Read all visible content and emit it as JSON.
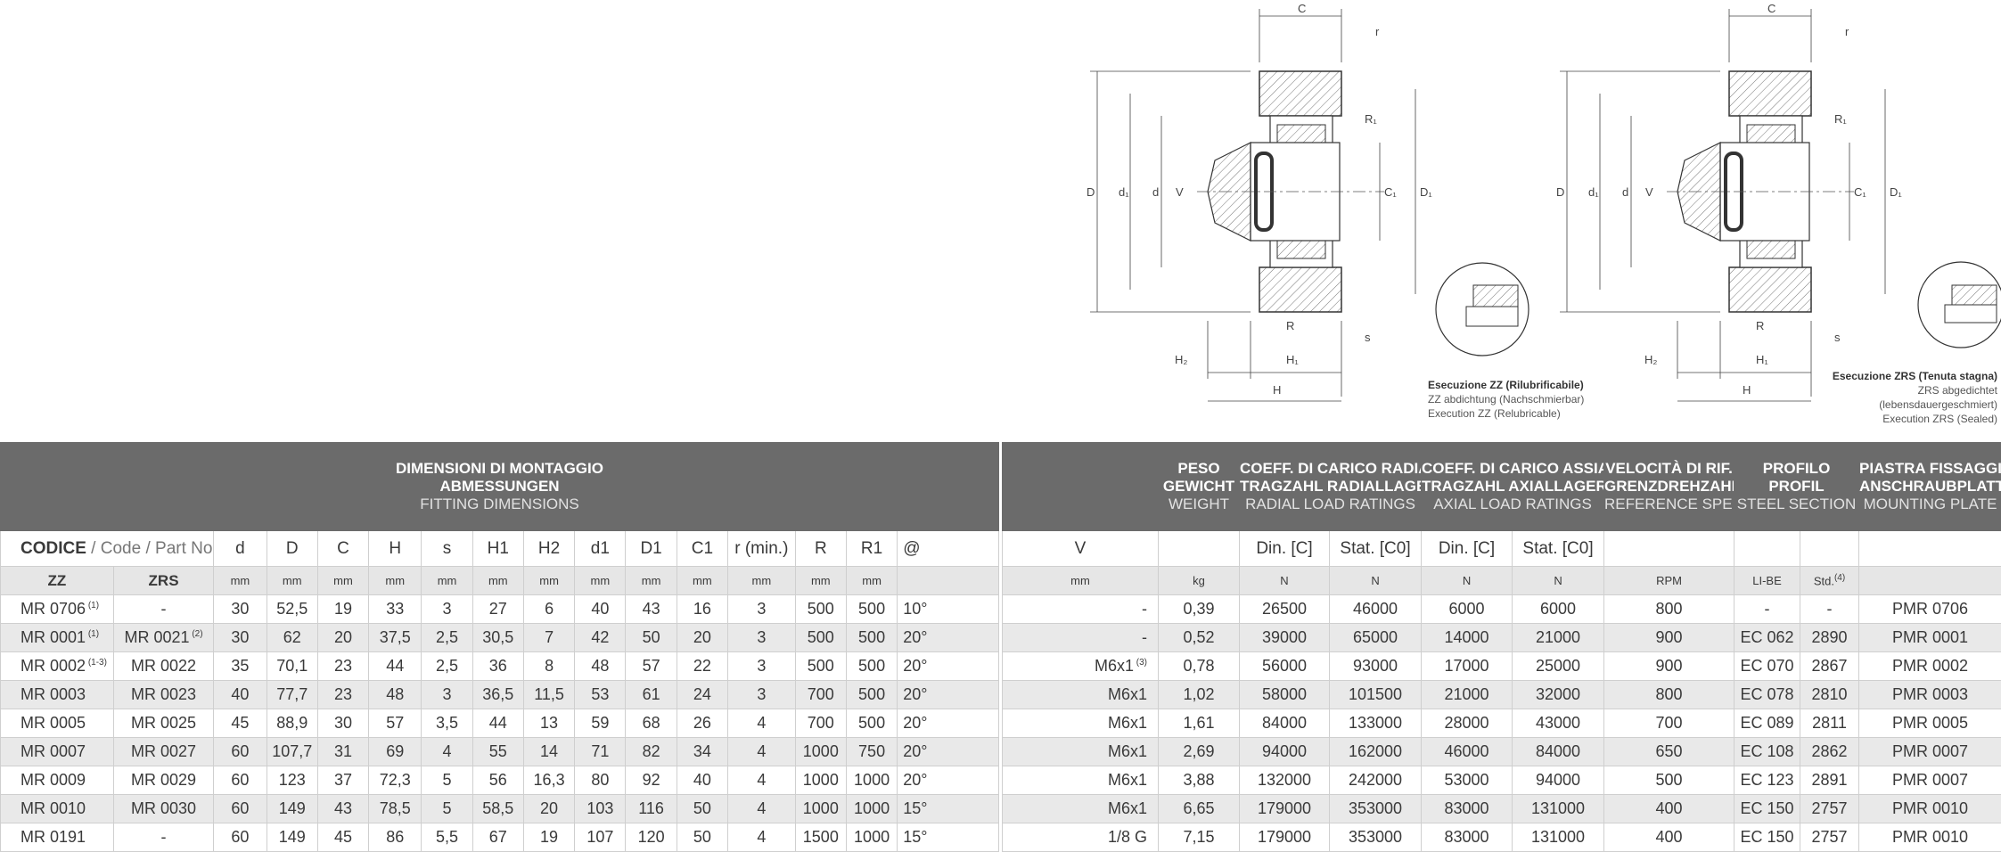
{
  "drawing_zz": {
    "labels": {
      "C": "C",
      "r": "r",
      "R1": "R₁",
      "D": "D",
      "d1": "d₁",
      "d": "d",
      "V": "V",
      "C1": "C₁",
      "D1": "D₁",
      "R": "R",
      "s": "s",
      "H2": "H₂",
      "H1": "H₁",
      "H": "H"
    },
    "caption": [
      "Esecuzione ZZ (Rilubrificabile)",
      "ZZ abdichtung (Nachschmierbar)",
      "Execution ZZ (Relubricable)"
    ]
  },
  "drawing_zrs": {
    "labels": {
      "C": "C",
      "r": "r",
      "R1": "R₁",
      "D": "D",
      "d1": "d₁",
      "d": "d",
      "V": "V",
      "C1": "C₁",
      "D1": "D₁",
      "R": "R",
      "s": "s",
      "H2": "H₂",
      "H1": "H₁",
      "H": "H"
    },
    "caption": [
      "Esecuzione ZRS (Tenuta stagna)",
      "ZRS abgedichtet",
      "(lebensdauergeschmiert)",
      "Execution ZRS (Sealed)"
    ]
  },
  "left_table": {
    "group_header": [
      "DIMENSIONI DI MONTAGGIO",
      "ABMESSUNGEN",
      "FITTING DIMENSIONS"
    ],
    "code_header": {
      "main": "CODICE",
      "sep1": " / ",
      "code": "Code",
      "sep2": " / ",
      "part": "Part No."
    },
    "symbols": [
      "d",
      "D",
      "C",
      "H",
      "s",
      "H1",
      "H2",
      "d1",
      "D1",
      "C1",
      "r (min.)",
      "R",
      "R1",
      "@"
    ],
    "sub_headers": [
      "ZZ",
      "ZRS"
    ],
    "units": [
      "mm",
      "mm",
      "mm",
      "mm",
      "mm",
      "mm",
      "mm",
      "mm",
      "mm",
      "mm",
      "mm",
      "mm",
      "mm",
      ""
    ],
    "rows": [
      {
        "zz": "MR 0706",
        "zz_note": "(1)",
        "zrs": "-",
        "zrs_note": "",
        "vals": [
          "30",
          "52,5",
          "19",
          "33",
          "3",
          "27",
          "6",
          "40",
          "43",
          "16",
          "3",
          "500",
          "500",
          "10°"
        ]
      },
      {
        "zz": "MR 0001",
        "zz_note": "(1)",
        "zrs": "MR 0021",
        "zrs_note": "(2)",
        "vals": [
          "30",
          "62",
          "20",
          "37,5",
          "2,5",
          "30,5",
          "7",
          "42",
          "50",
          "20",
          "3",
          "500",
          "500",
          "20°"
        ]
      },
      {
        "zz": "MR 0002",
        "zz_note": "(1-3)",
        "zrs": "MR 0022",
        "zrs_note": "",
        "vals": [
          "35",
          "70,1",
          "23",
          "44",
          "2,5",
          "36",
          "8",
          "48",
          "57",
          "22",
          "3",
          "500",
          "500",
          "20°"
        ]
      },
      {
        "zz": "MR 0003",
        "zz_note": "",
        "zrs": "MR 0023",
        "zrs_note": "",
        "vals": [
          "40",
          "77,7",
          "23",
          "48",
          "3",
          "36,5",
          "11,5",
          "53",
          "61",
          "24",
          "3",
          "700",
          "500",
          "20°"
        ]
      },
      {
        "zz": "MR 0005",
        "zz_note": "",
        "zrs": "MR 0025",
        "zrs_note": "",
        "vals": [
          "45",
          "88,9",
          "30",
          "57",
          "3,5",
          "44",
          "13",
          "59",
          "68",
          "26",
          "4",
          "700",
          "500",
          "20°"
        ]
      },
      {
        "zz": "MR 0007",
        "zz_note": "",
        "zrs": "MR 0027",
        "zrs_note": "",
        "vals": [
          "60",
          "107,7",
          "31",
          "69",
          "4",
          "55",
          "14",
          "71",
          "82",
          "34",
          "4",
          "1000",
          "750",
          "20°"
        ]
      },
      {
        "zz": "MR 0009",
        "zz_note": "",
        "zrs": "MR 0029",
        "zrs_note": "",
        "vals": [
          "60",
          "123",
          "37",
          "72,3",
          "5",
          "56",
          "16,3",
          "80",
          "92",
          "40",
          "4",
          "1000",
          "1000",
          "20°"
        ]
      },
      {
        "zz": "MR 0010",
        "zz_note": "",
        "zrs": "MR 0030",
        "zrs_note": "",
        "vals": [
          "60",
          "149",
          "43",
          "78,5",
          "5",
          "58,5",
          "20",
          "103",
          "116",
          "50",
          "4",
          "1000",
          "1000",
          "15°"
        ]
      },
      {
        "zz": "MR 0191",
        "zz_note": "",
        "zrs": "-",
        "zrs_note": "",
        "vals": [
          "60",
          "149",
          "45",
          "86",
          "5,5",
          "67",
          "19",
          "107",
          "120",
          "50",
          "4",
          "1500",
          "1000",
          "15°"
        ]
      }
    ]
  },
  "right_table": {
    "group_headers": [
      {
        "l1": "PESO",
        "l2": "GEWICHT",
        "l3": "WEIGHT"
      },
      {
        "l1": "COEFF. DI CARICO RADIALE",
        "l2": "TRAGZAHL RADIALLAGER",
        "l3": "RADIAL LOAD RATINGS"
      },
      {
        "l1": "COEFF. DI CARICO ASSIALE",
        "l2": "TRAGZAHL AXIALLAGER",
        "l3": "AXIAL LOAD RATINGS"
      },
      {
        "l1": "VELOCITÀ DI RIF.",
        "l2": "GRENZDREHZAHL",
        "l3": "REFERENCE SPEED"
      },
      {
        "l1": "PROFILO",
        "l2": "PROFIL",
        "l3": "STEEL SECTION"
      },
      {
        "l1": "PIASTRA FISSAGGIO",
        "l2": "ANSCHRAUBPLATTE",
        "l3": "MOUNTING PLATE"
      }
    ],
    "symbols": [
      "V",
      "",
      "Din. [C]",
      "Stat. [C0]",
      "Din. [C]",
      "Stat. [C0]",
      "",
      "",
      "",
      ""
    ],
    "units": [
      "mm",
      "kg",
      "N",
      "N",
      "N",
      "N",
      "RPM",
      "LI-BE",
      "Std.",
      ""
    ],
    "std_note": "(4)",
    "rows": [
      {
        "v": "-",
        "v_note": "",
        "vals": [
          "0,39",
          "26500",
          "46000",
          "6000",
          "6000",
          "800",
          "-",
          "-",
          "PMR 0706"
        ]
      },
      {
        "v": "-",
        "v_note": "",
        "vals": [
          "0,52",
          "39000",
          "65000",
          "14000",
          "21000",
          "900",
          "EC 062",
          "2890",
          "PMR 0001"
        ]
      },
      {
        "v": "M6x1",
        "v_note": "(3)",
        "vals": [
          "0,78",
          "56000",
          "93000",
          "17000",
          "25000",
          "900",
          "EC 070",
          "2867",
          "PMR 0002"
        ]
      },
      {
        "v": "M6x1",
        "v_note": "",
        "vals": [
          "1,02",
          "58000",
          "101500",
          "21000",
          "32000",
          "800",
          "EC 078",
          "2810",
          "PMR 0003"
        ]
      },
      {
        "v": "M6x1",
        "v_note": "",
        "vals": [
          "1,61",
          "84000",
          "133000",
          "28000",
          "43000",
          "700",
          "EC 089",
          "2811",
          "PMR 0005"
        ]
      },
      {
        "v": "M6x1",
        "v_note": "",
        "vals": [
          "2,69",
          "94000",
          "162000",
          "46000",
          "84000",
          "650",
          "EC 108",
          "2862",
          "PMR 0007"
        ]
      },
      {
        "v": "M6x1",
        "v_note": "",
        "vals": [
          "3,88",
          "132000",
          "242000",
          "53000",
          "94000",
          "500",
          "EC 123",
          "2891",
          "PMR 0007"
        ]
      },
      {
        "v": "M6x1",
        "v_note": "",
        "vals": [
          "6,65",
          "179000",
          "353000",
          "83000",
          "131000",
          "400",
          "EC 150",
          "2757",
          "PMR 0010"
        ]
      },
      {
        "v": "1/8 G",
        "v_note": "",
        "vals": [
          "7,15",
          "179000",
          "353000",
          "83000",
          "131000",
          "400",
          "EC 150",
          "2757",
          "PMR 0010"
        ]
      }
    ]
  }
}
